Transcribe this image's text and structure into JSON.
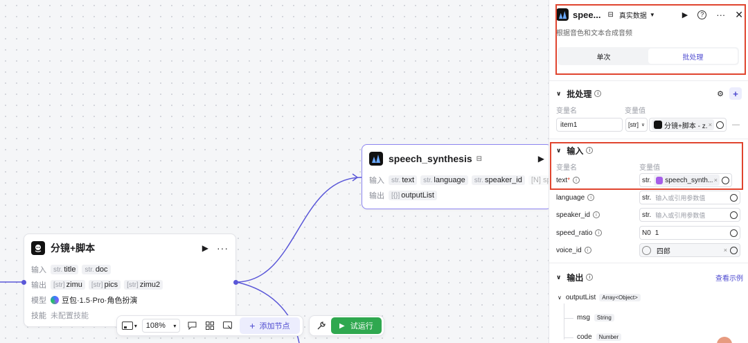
{
  "colors": {
    "accent": "#5a57d8",
    "run_green": "#2fa84f",
    "highlight_red": "#e0442e"
  },
  "node_storyboard": {
    "title": "分镜+脚本",
    "input_label": "输入",
    "inputs": [
      {
        "type": "str.",
        "name": "title"
      },
      {
        "type": "str.",
        "name": "doc"
      }
    ],
    "output_label": "输出",
    "outputs": [
      {
        "type": "[str]",
        "name": "zimu"
      },
      {
        "type": "[str]",
        "name": "pics"
      },
      {
        "type": "[str]",
        "name": "zimu2"
      }
    ],
    "model_label": "模型",
    "model_value": "豆包·1.5·Pro·角色扮演",
    "skill_label": "技能",
    "skill_value": "未配置技能"
  },
  "node_speech": {
    "title": "speech_synthesis",
    "input_label": "输入",
    "inputs": [
      {
        "type": "str.",
        "name": "text"
      },
      {
        "type": "str.",
        "name": "language"
      },
      {
        "type": "str.",
        "name": "speaker_id"
      }
    ],
    "input_faded": "[N] sp",
    "output_label": "输出",
    "outputs": [
      {
        "type": "[{}]",
        "name": "outputList"
      }
    ]
  },
  "toolbar": {
    "zoom": "108%",
    "add_node": "添加节点",
    "run": "试运行"
  },
  "panel": {
    "title": "spee...",
    "data_mode": "真实数据",
    "description": "根据音色和文本合成音频",
    "tabs": [
      "单次",
      "批处理"
    ],
    "active_tab": "批处理",
    "batch": {
      "title": "批处理",
      "col_name": "变量名",
      "col_value": "变量值",
      "row_name": "item1",
      "row_type": "[str]",
      "row_ref": "分镜+脚本 - z..."
    },
    "input": {
      "title": "输入",
      "col_name": "变量名",
      "col_value": "变量值",
      "rows": [
        {
          "name": "text",
          "required": "*",
          "type": "str.",
          "ref": "speech_synth... -",
          "placeholder": ""
        },
        {
          "name": "language",
          "required": "",
          "type": "str.",
          "ref": "",
          "placeholder": "输入或引用参数值"
        },
        {
          "name": "speaker_id",
          "required": "",
          "type": "str.",
          "ref": "",
          "placeholder": "输入或引用参数值"
        },
        {
          "name": "speed_ratio",
          "required": "",
          "type": "N0",
          "ref": "",
          "placeholder": "",
          "value": "1"
        },
        {
          "name": "voice_id",
          "required": "",
          "type": "",
          "ref": "",
          "placeholder": "",
          "value": "四郎"
        }
      ]
    },
    "output": {
      "title": "输出",
      "view_example": "查看示例",
      "tree": [
        {
          "name": "outputList",
          "type": "Array<Object>"
        },
        {
          "name": "msg",
          "type": "String"
        },
        {
          "name": "code",
          "type": "Number"
        }
      ]
    }
  }
}
